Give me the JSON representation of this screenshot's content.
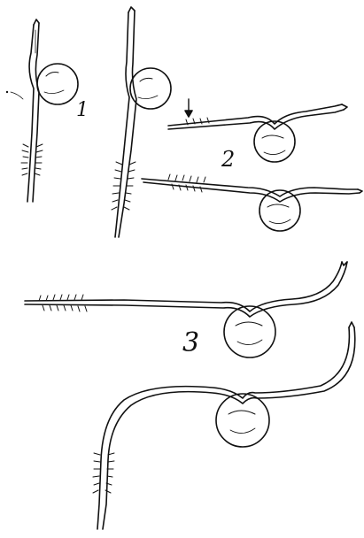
{
  "figure": {
    "labels": [
      "1",
      "2",
      "3"
    ]
  },
  "colors": {
    "ink": "#111111",
    "paper": "#ffffff"
  }
}
